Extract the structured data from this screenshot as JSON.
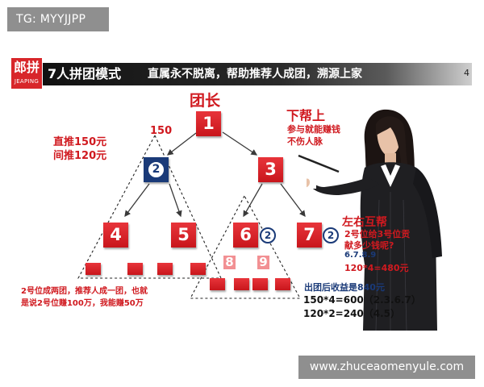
{
  "watermark_top": "TG: MYYJJPP",
  "watermark_bottom": "www.zhuceaomenyule.com",
  "logo": {
    "main": "郎拼",
    "sub": "JEAPING"
  },
  "header": {
    "title": "7人拼团模式",
    "subtitle": "直属永不脱离，帮助推荐人成团，溯源上家",
    "page_number": "4"
  },
  "leader_label": "团长",
  "top_amount": "150",
  "push_rates": {
    "direct": "直推150元",
    "indirect": "间推120元"
  },
  "nodes": {
    "n1": "1",
    "n2": "2",
    "n3": "3",
    "n4": "4",
    "n5": "5",
    "n6": "6",
    "n7": "7",
    "n8": "8",
    "n9": "9"
  },
  "circle_marks": {
    "after6": "2",
    "after7": "2"
  },
  "help_up": {
    "title": "下帮上",
    "line1": "参与就能赚钱",
    "line2": "不伤人脉"
  },
  "mutual_help": {
    "title": "左右互帮",
    "line1": "2号位给3号位贡",
    "line2": "献多少钱呢?",
    "line3": "6.7.8.9",
    "line4": "120*4=480元"
  },
  "left_note": {
    "line1": "2号位成两团，推荐人成一团，也就",
    "line2": "是说2号位赚100万，我能赚50万"
  },
  "earnings": {
    "title": "出团后收益是840元",
    "line1": "150*4=600（2.3.6.7）",
    "line2": "120*2=240（4.5）"
  }
}
